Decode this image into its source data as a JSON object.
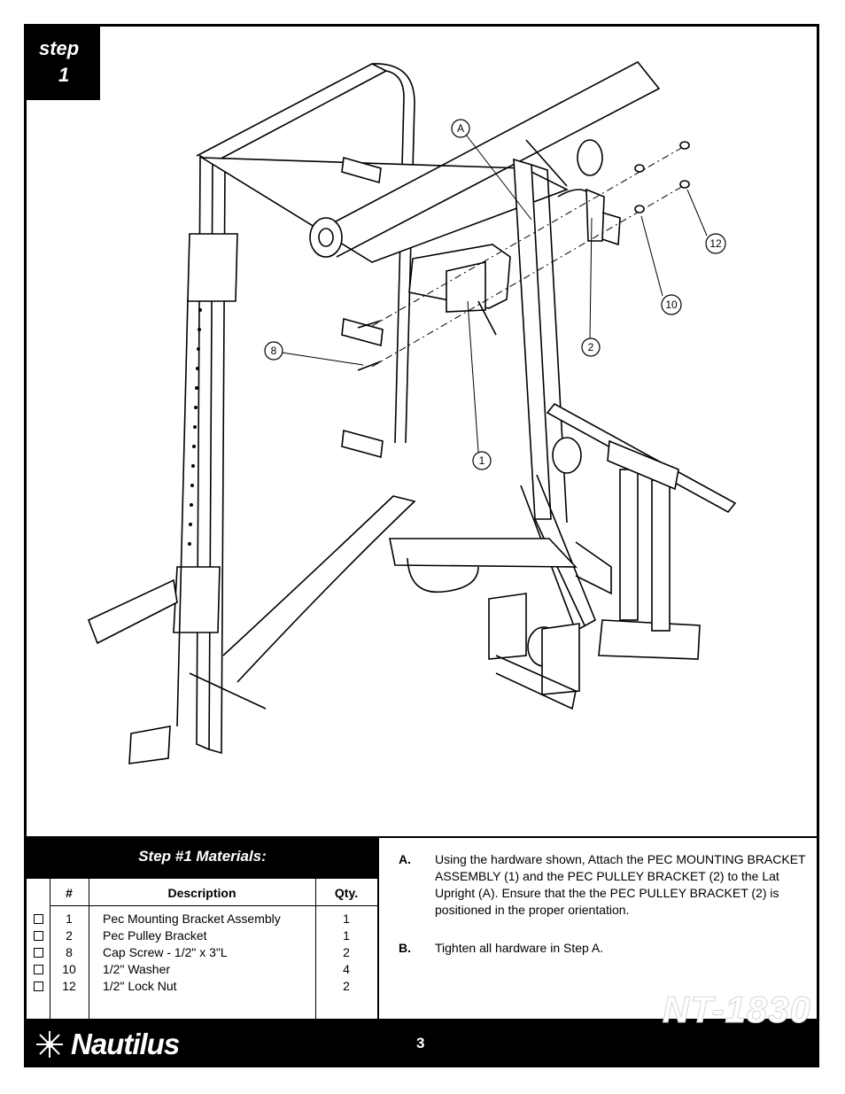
{
  "step": {
    "word": "step",
    "number": "1"
  },
  "callouts": {
    "A": "A",
    "c12": "12",
    "c10": "10",
    "c8": "8",
    "c2": "2",
    "c1": "1"
  },
  "materials": {
    "title": "Step #1 Materials:",
    "headers": {
      "num": "#",
      "desc": "Description",
      "qty": "Qty."
    },
    "rows": [
      {
        "num": "1",
        "desc": "Pec Mounting Bracket Assembly",
        "qty": "1"
      },
      {
        "num": "2",
        "desc": "Pec Pulley Bracket",
        "qty": "1"
      },
      {
        "num": "8",
        "desc": "Cap Screw - 1/2\" x 3\"L",
        "qty": "2"
      },
      {
        "num": "10",
        "desc": "1/2\" Washer",
        "qty": "4"
      },
      {
        "num": "12",
        "desc": "1/2\" Lock Nut",
        "qty": "2"
      }
    ]
  },
  "instructions": [
    {
      "label": "A.",
      "text": "Using the hardware shown, Attach the PEC MOUNTING BRACKET ASSEMBLY (1) and the PEC PULLEY BRACKET (2) to the Lat Upright (A).  Ensure that the the PEC PULLEY BRACKET (2) is positioned in the proper orientation."
    },
    {
      "label": "B.",
      "text": "Tighten all hardware in Step A."
    }
  ],
  "footer": {
    "brand": "Nautilus",
    "page": "3",
    "model": "NT-1830"
  }
}
